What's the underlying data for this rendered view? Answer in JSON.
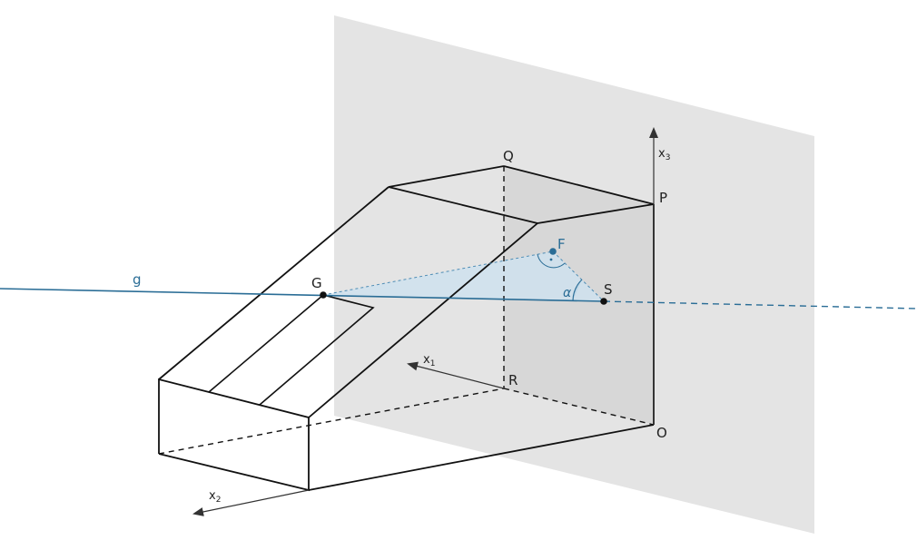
{
  "labels": {
    "Q": "Q",
    "P": "P",
    "O": "O",
    "R": "R",
    "G": "G",
    "S": "S",
    "F": "F",
    "g": "g",
    "alpha": "α",
    "x1": "x",
    "x1_sub": "1",
    "x2": "x",
    "x2_sub": "2",
    "x3": "x",
    "x3_sub": "3"
  },
  "colors": {
    "plane": "#e4e4e4",
    "side_face": "#d7d7d7",
    "line_g": "#2a6d96",
    "triangle": "#cfe2ee",
    "edges": "#111111"
  }
}
